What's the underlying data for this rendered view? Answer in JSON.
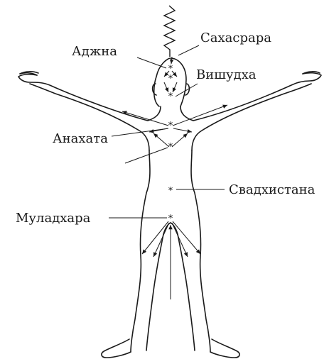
{
  "labels": {
    "sahasrara": "Сахасрара",
    "ajna": "Аджна",
    "vishuddha": "Вишудха",
    "anahata": "Анахата",
    "svadhisthana": "Свадхистана",
    "muladhara": "Муладхара"
  },
  "chakra_glyph": "*",
  "colors": {
    "ink": "#1a1a1a",
    "background": "#ffffff"
  }
}
